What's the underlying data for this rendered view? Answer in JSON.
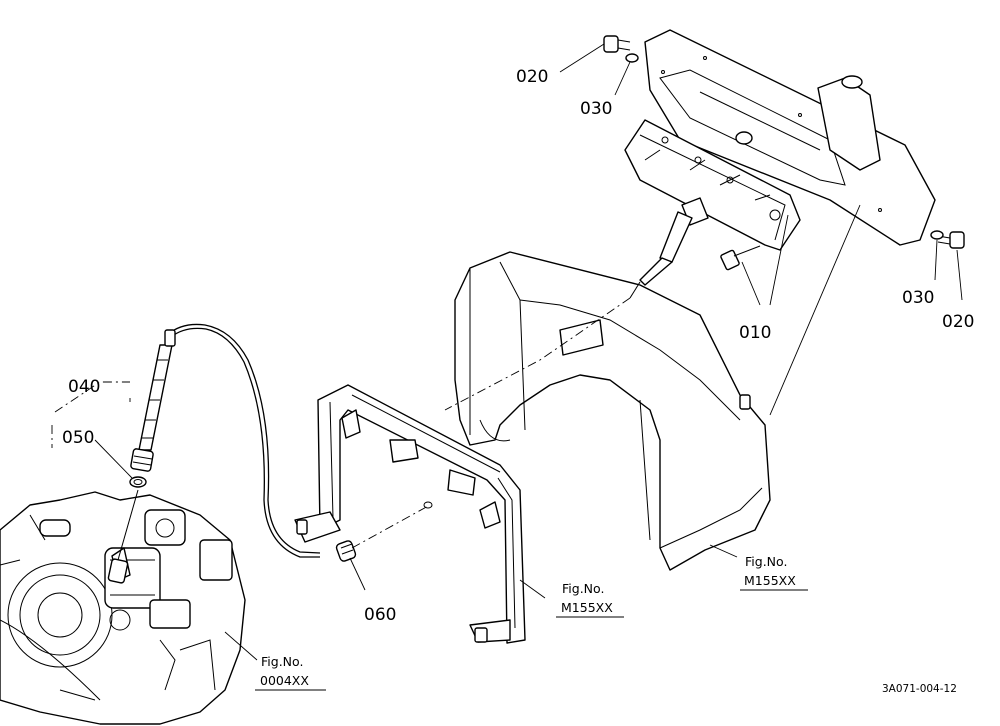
{
  "callouts": {
    "c010": "010",
    "c020_top": "020",
    "c030_top": "030",
    "c030_right": "030",
    "c020_right": "020",
    "c040": "040",
    "c050": "050",
    "c060": "060"
  },
  "figure_refs": {
    "panel_cover": {
      "line1": "Fig.No.",
      "line2": "M155XX"
    },
    "front_frame": {
      "line1": "Fig.No.",
      "line2": "M155XX"
    },
    "transmission": {
      "line1": "Fig.No.",
      "line2": "0004XX"
    }
  },
  "document_id": "3A071-004-12"
}
